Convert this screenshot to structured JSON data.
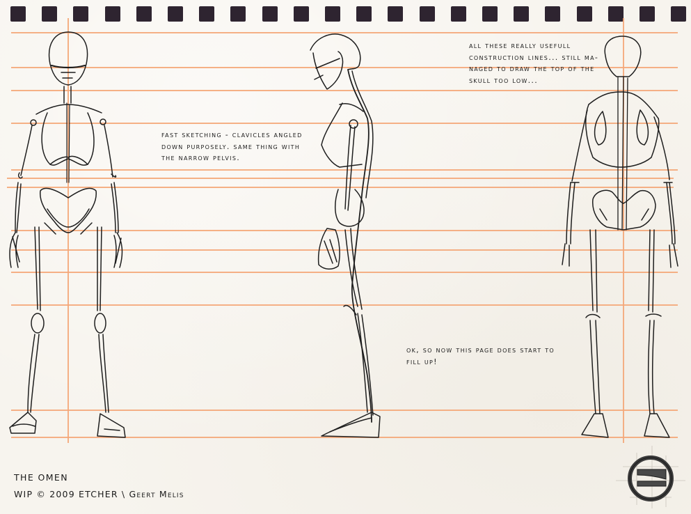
{
  "sheet": {
    "background_color": "#f7f4ee",
    "binding_hole_color": "#2e2430",
    "guide_line_color": "#f4a779",
    "binding_holes_count": 22,
    "guide_lines_y": [
      46,
      96,
      129,
      176,
      243,
      255,
      268,
      330,
      358,
      390,
      437,
      588,
      627
    ],
    "vertical_guides_x": [
      97,
      895
    ]
  },
  "figures": [
    {
      "name": "skeleton-front-view",
      "view": "front"
    },
    {
      "name": "skeleton-side-view",
      "view": "side"
    },
    {
      "name": "skeleton-back-view",
      "view": "back"
    }
  ],
  "notes": {
    "clavicles": "Fast sketching - clavicles angled\ndown purposely. Same thing with\nthe narrow pelvis.",
    "construction": "All these really usefull\nconstruction lines... still ma-\nnaged to draw the top of the\nskull too low...",
    "fill_up": "Ok, so now this page does start to\nfill up!"
  },
  "footer": {
    "title": "THE OMEN",
    "credit_prefix": "WIP © 2009 ETCHER \\ ",
    "credit_author": "Geert Melis"
  },
  "logo": {
    "name": "etcher-logo",
    "shape": "circle-with-two-bars"
  }
}
